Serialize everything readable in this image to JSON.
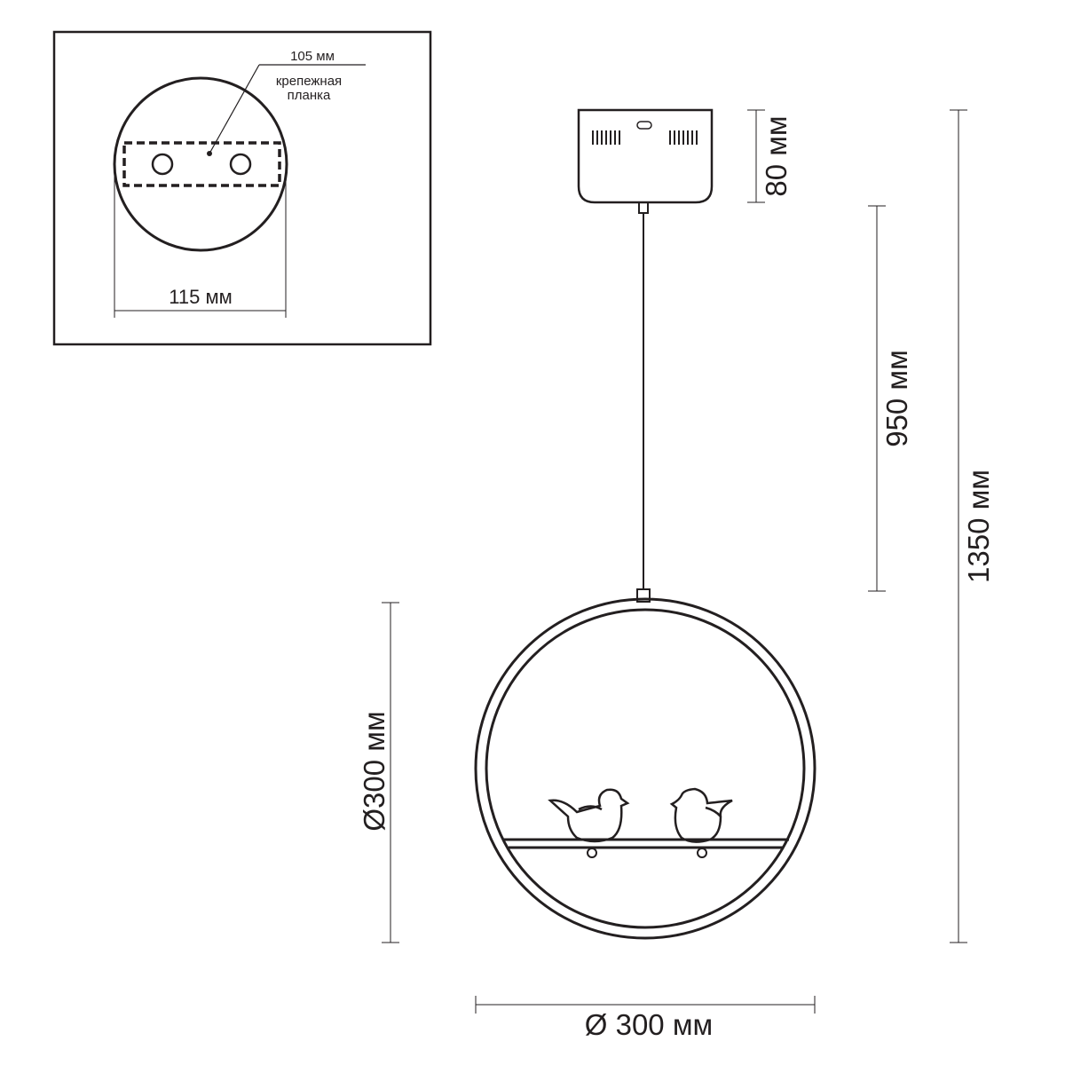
{
  "inset": {
    "label_width_top": "105 мм",
    "label_mounting_line1": "крепежная",
    "label_mounting_line2": "планка",
    "label_width_bottom": "115 мм"
  },
  "dimensions": {
    "canopy_height": "80 мм",
    "cable_length": "950 мм",
    "total_height": "1350 мм",
    "ring_diameter_vertical": "Ø300 мм",
    "ring_diameter_horizontal": "Ø 300 мм"
  },
  "colors": {
    "line": "#231f20",
    "background": "#ffffff"
  }
}
